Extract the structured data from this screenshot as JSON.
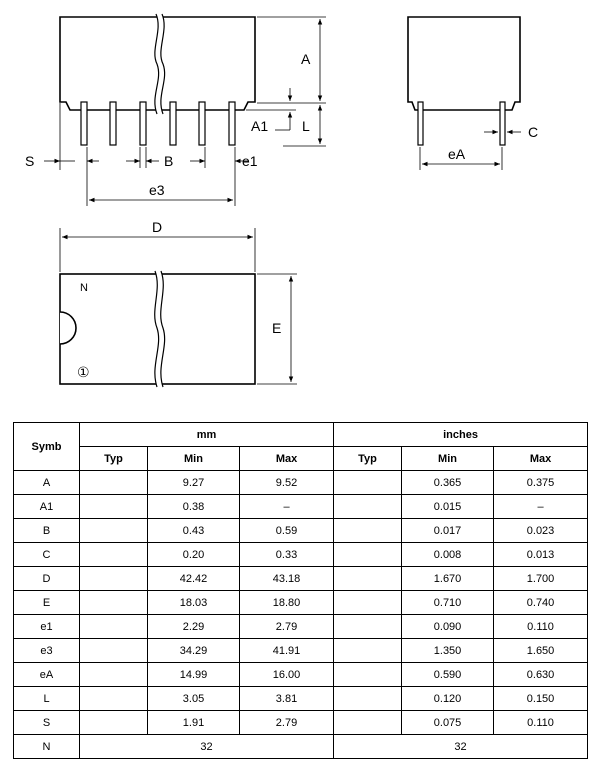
{
  "drawing": {
    "labels": {
      "A": "A",
      "A1": "A1",
      "L": "L",
      "S": "S",
      "B": "B",
      "e1": "e1",
      "e3": "e3",
      "C": "C",
      "eA": "eA",
      "D": "D",
      "E": "E",
      "N": "N",
      "pin1": "①"
    }
  },
  "table": {
    "symb_header": "Symb",
    "group_mm": "mm",
    "group_inches": "inches",
    "sub_headers": [
      "Typ",
      "Min",
      "Max",
      "Typ",
      "Min",
      "Max"
    ],
    "rows": [
      {
        "symb": "A",
        "mm_typ": "",
        "mm_min": "9.27",
        "mm_max": "9.52",
        "in_typ": "",
        "in_min": "0.365",
        "in_max": "0.375"
      },
      {
        "symb": "A1",
        "mm_typ": "",
        "mm_min": "0.38",
        "mm_max": "–",
        "in_typ": "",
        "in_min": "0.015",
        "in_max": "–"
      },
      {
        "symb": "B",
        "mm_typ": "",
        "mm_min": "0.43",
        "mm_max": "0.59",
        "in_typ": "",
        "in_min": "0.017",
        "in_max": "0.023"
      },
      {
        "symb": "C",
        "mm_typ": "",
        "mm_min": "0.20",
        "mm_max": "0.33",
        "in_typ": "",
        "in_min": "0.008",
        "in_max": "0.013"
      },
      {
        "symb": "D",
        "mm_typ": "",
        "mm_min": "42.42",
        "mm_max": "43.18",
        "in_typ": "",
        "in_min": "1.670",
        "in_max": "1.700"
      },
      {
        "symb": "E",
        "mm_typ": "",
        "mm_min": "18.03",
        "mm_max": "18.80",
        "in_typ": "",
        "in_min": "0.710",
        "in_max": "0.740"
      },
      {
        "symb": "e1",
        "mm_typ": "",
        "mm_min": "2.29",
        "mm_max": "2.79",
        "in_typ": "",
        "in_min": "0.090",
        "in_max": "0.110"
      },
      {
        "symb": "e3",
        "mm_typ": "",
        "mm_min": "34.29",
        "mm_max": "41.91",
        "in_typ": "",
        "in_min": "1.350",
        "in_max": "1.650"
      },
      {
        "symb": "eA",
        "mm_typ": "",
        "mm_min": "14.99",
        "mm_max": "16.00",
        "in_typ": "",
        "in_min": "0.590",
        "in_max": "0.630"
      },
      {
        "symb": "L",
        "mm_typ": "",
        "mm_min": "3.05",
        "mm_max": "3.81",
        "in_typ": "",
        "in_min": "0.120",
        "in_max": "0.150"
      },
      {
        "symb": "S",
        "mm_typ": "",
        "mm_min": "1.91",
        "mm_max": "2.79",
        "in_typ": "",
        "in_min": "0.075",
        "in_max": "0.110"
      }
    ],
    "n_row": {
      "symb": "N",
      "mm": "32",
      "inches": "32"
    }
  }
}
